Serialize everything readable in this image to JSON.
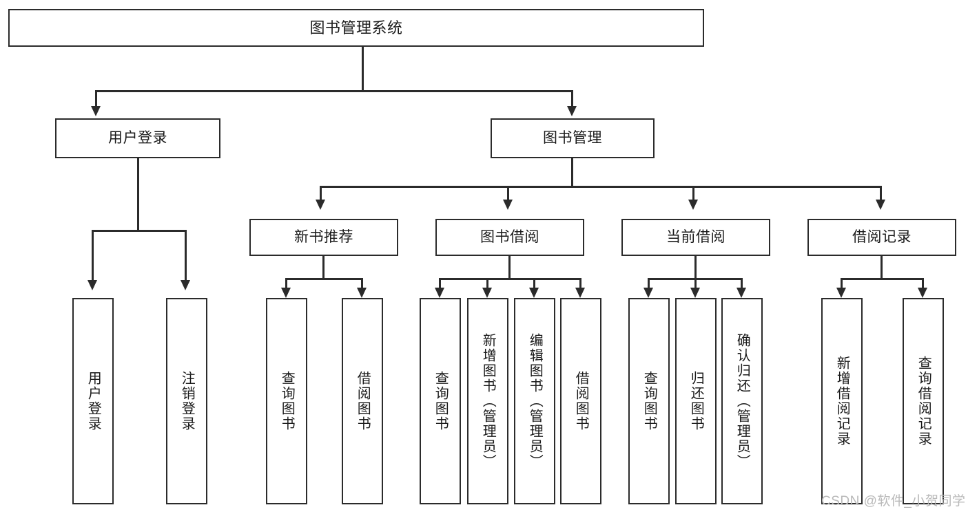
{
  "diagram": {
    "type": "tree-hierarchy",
    "title": "图书管理系统",
    "nodes": {
      "root": {
        "label": "图书管理系统"
      },
      "level2": [
        {
          "id": "user-login",
          "label": "用户登录"
        },
        {
          "id": "book-manage",
          "label": "图书管理"
        }
      ],
      "level3": [
        {
          "id": "new-book-recommend",
          "label": "新书推荐"
        },
        {
          "id": "book-borrow",
          "label": "图书借阅"
        },
        {
          "id": "current-borrow",
          "label": "当前借阅"
        },
        {
          "id": "borrow-record",
          "label": "借阅记录"
        }
      ],
      "leaves_user_login": [
        {
          "id": "leaf-user-login",
          "label": "用户登录"
        },
        {
          "id": "leaf-user-logout",
          "label": "注销登录"
        }
      ],
      "leaves_new_book_recommend": [
        {
          "id": "leaf-query-book-1",
          "label": "查询图书"
        },
        {
          "id": "leaf-borrow-book-1",
          "label": "借阅图书"
        }
      ],
      "leaves_book_borrow": [
        {
          "id": "leaf-query-book-2",
          "label": "查询图书"
        },
        {
          "id": "leaf-add-book",
          "label": "新增图书（管理员）"
        },
        {
          "id": "leaf-edit-book",
          "label": "编辑图书（管理员）"
        },
        {
          "id": "leaf-borrow-book-2",
          "label": "借阅图书"
        }
      ],
      "leaves_current_borrow": [
        {
          "id": "leaf-query-book-3",
          "label": "查询图书"
        },
        {
          "id": "leaf-return-book",
          "label": "归还图书"
        },
        {
          "id": "leaf-confirm-return",
          "label": "确认归还（管理员）"
        }
      ],
      "leaves_borrow_record": [
        {
          "id": "leaf-add-record",
          "label": "新增借阅记录"
        },
        {
          "id": "leaf-query-record",
          "label": "查询借阅记录"
        }
      ]
    },
    "watermark": "CSDN @软件_小贺同学",
    "colors": {
      "stroke": "#2b2b2b",
      "fill": "#ffffff",
      "text": "#1a1a1a",
      "watermark": "#b9b9b9"
    }
  }
}
